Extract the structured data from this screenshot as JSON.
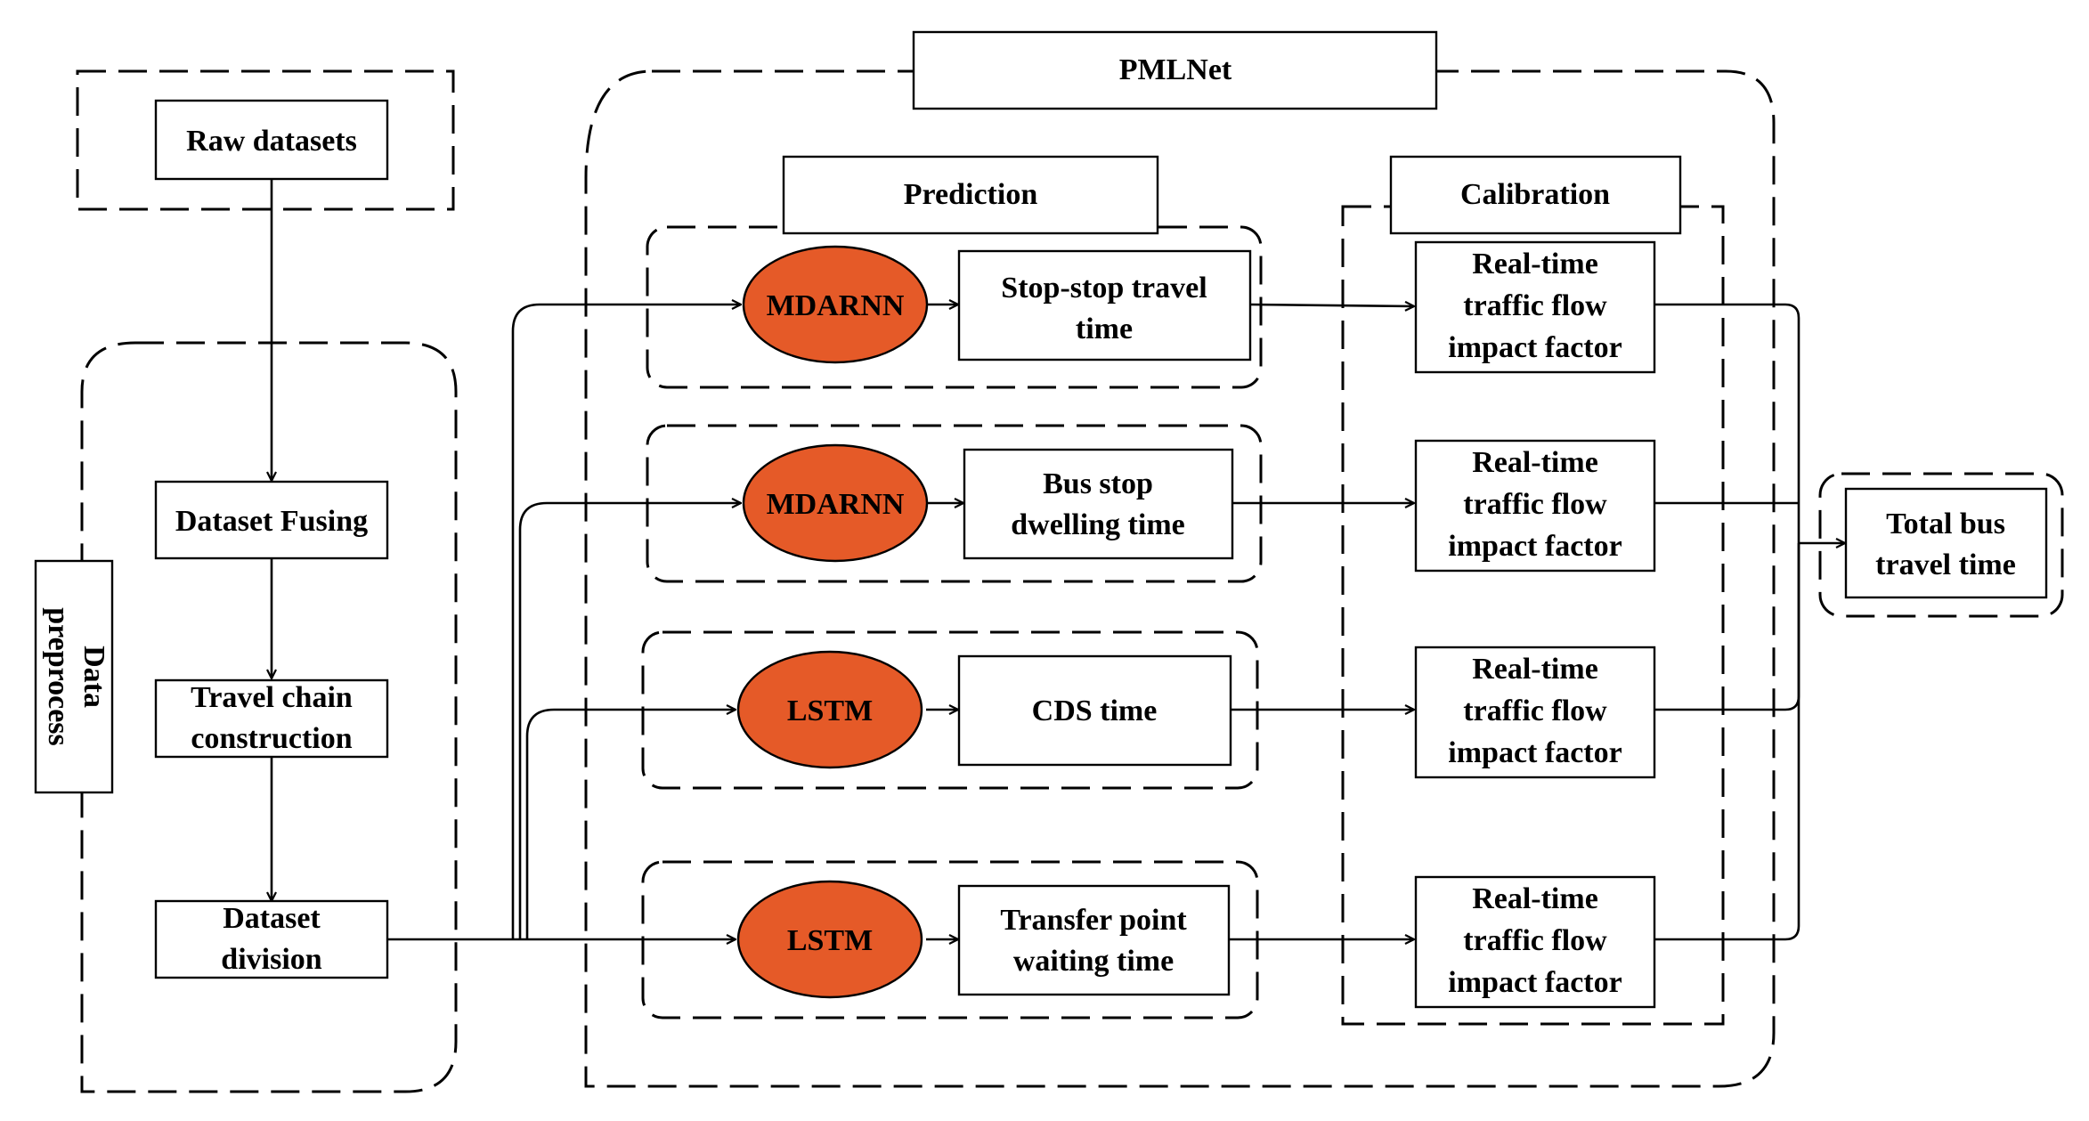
{
  "colors": {
    "model_fill": "#E55A28",
    "stroke": "#000000",
    "background": "#FFFFFF"
  },
  "group_labels": {
    "pmlnet": "PMLNet",
    "prediction": "Prediction",
    "calibration": "Calibration",
    "data_preprocess": [
      "Data",
      "preprocess"
    ]
  },
  "preprocess_steps": {
    "raw": [
      "Raw datasets"
    ],
    "fusing": [
      "Dataset Fusing"
    ],
    "chain": [
      "Travel chain",
      "construction"
    ],
    "division": [
      "Dataset",
      "division"
    ]
  },
  "branches": [
    {
      "model": "MDARNN",
      "output": [
        "Stop-stop travel",
        "time"
      ],
      "factor": [
        "Real-time",
        "traffic flow",
        "impact factor"
      ]
    },
    {
      "model": "MDARNN",
      "output": [
        "Bus stop",
        "dwelling time"
      ],
      "factor": [
        "Real-time",
        "traffic flow",
        "impact factor"
      ]
    },
    {
      "model": "LSTM",
      "output": [
        "CDS time"
      ],
      "factor": [
        "Real-time",
        "traffic flow",
        "impact factor"
      ]
    },
    {
      "model": "LSTM",
      "output": [
        "Transfer point",
        "waiting time"
      ],
      "factor": [
        "Real-time",
        "traffic flow",
        "impact factor"
      ]
    }
  ],
  "result": [
    "Total bus",
    "travel time"
  ]
}
